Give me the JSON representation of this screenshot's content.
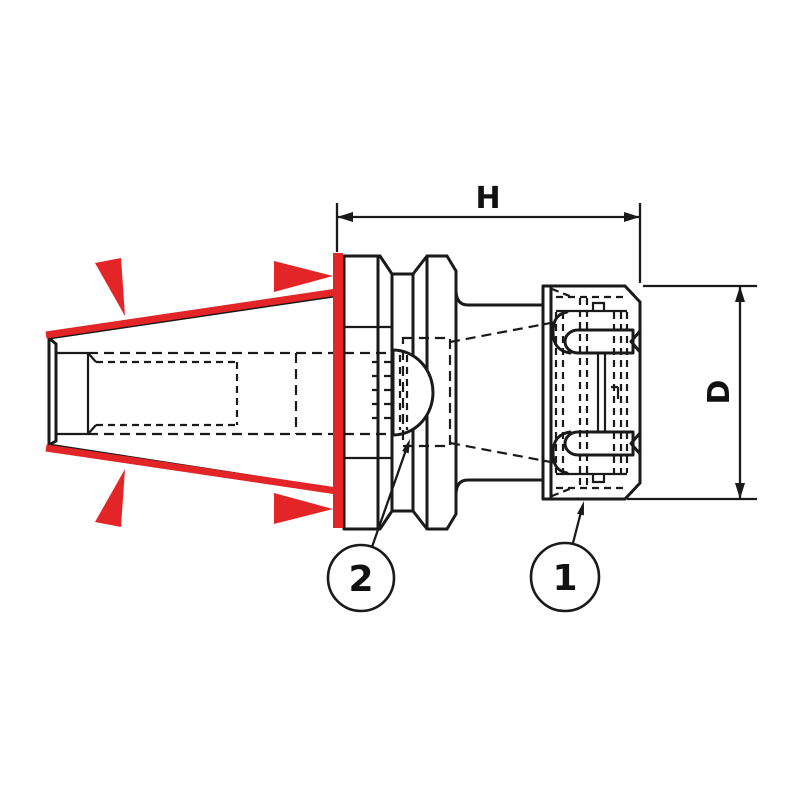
{
  "figure": {
    "type": "technical-line-drawing",
    "subject": "Collet chuck tool holder side view; taper shank contact faces and flange gauge face highlighted in red",
    "background_color": "#ffffff",
    "line_color": "#1a1a1a",
    "highlight_color": "#e32528",
    "dims": {
      "width_label": "H",
      "diameter_label": "D"
    },
    "callouts": {
      "nut": {
        "number": "1",
        "target": "collet-nut"
      },
      "flange": {
        "number": "2",
        "target": "flange-gauge-face"
      }
    },
    "highlight_markers": [
      "taper-upper-face-arrow-left",
      "taper-upper-face-arrow-right",
      "taper-lower-face-arrow-left",
      "taper-lower-face-arrow-right"
    ]
  }
}
